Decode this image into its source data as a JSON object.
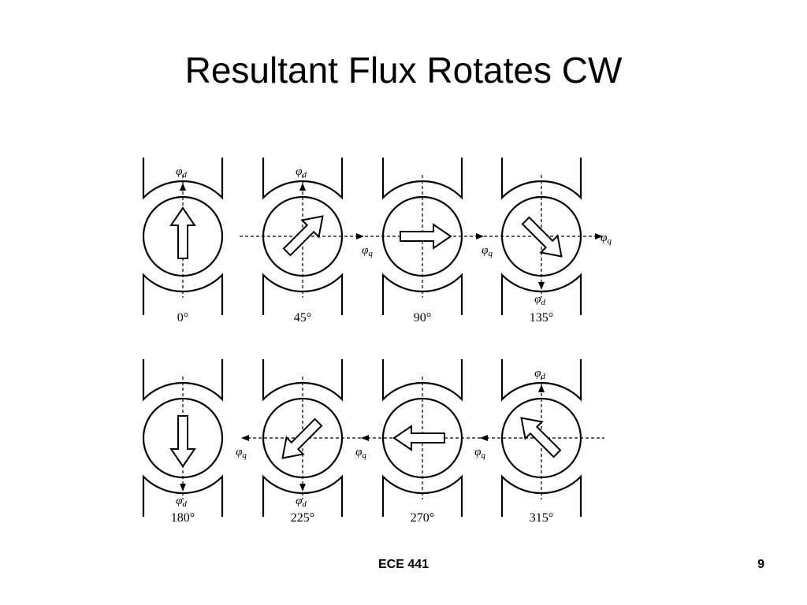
{
  "slide": {
    "title": "Resultant Flux Rotates CW",
    "footer_course": "ECE 441",
    "page_number": "9"
  },
  "axis_labels": {
    "d": "φd",
    "q": "φq"
  },
  "panels": [
    {
      "angle_label": "0°",
      "angle_deg": 0,
      "d_dir": "up",
      "q_dir": null
    },
    {
      "angle_label": "45°",
      "angle_deg": 45,
      "d_dir": "up",
      "q_dir": "right"
    },
    {
      "angle_label": "90°",
      "angle_deg": 90,
      "d_dir": null,
      "q_dir": "right"
    },
    {
      "angle_label": "135°",
      "angle_deg": 135,
      "d_dir": "down",
      "q_dir": "right"
    },
    {
      "angle_label": "180°",
      "angle_deg": 180,
      "d_dir": "down",
      "q_dir": null
    },
    {
      "angle_label": "225°",
      "angle_deg": 225,
      "d_dir": "down",
      "q_dir": "left"
    },
    {
      "angle_label": "270°",
      "angle_deg": 270,
      "d_dir": null,
      "q_dir": "left"
    },
    {
      "angle_label": "315°",
      "angle_deg": 315,
      "d_dir": "up",
      "q_dir": "left"
    }
  ]
}
